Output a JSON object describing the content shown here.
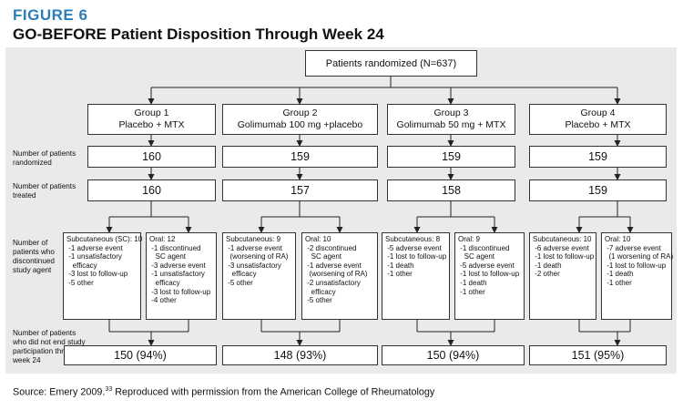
{
  "figure": {
    "label": "FIGURE 6",
    "title": "GO-BEFORE Patient Disposition Through Week 24"
  },
  "randomized_box": "Patients randomized (N=637)",
  "row_labels": {
    "randomized": "Number of patients\nrandomized",
    "treated": "Number of patients\ntreated",
    "discontinued": "Number of\npatients who\ndiscontinued\nstudy agent",
    "completed": "Number of patients\nwho did not end study\nparticipation through\nweek 24"
  },
  "groups": [
    {
      "name": "Group 1",
      "treatment": "Placebo + MTX",
      "randomized": "160",
      "treated": "160",
      "subcutaneous": "Subcutaneous (SC): 10\n -1 adverse event\n -1 unsatisfactory\n   efficacy\n -3 lost to follow-up\n -5 other",
      "oral": "Oral: 12\n -1 discontinued\n   SC agent\n -3 adverse event\n -1 unsatisfactory\n   efficacy\n -3 lost to follow-up\n -4 other",
      "completed": "150 (94%)"
    },
    {
      "name": "Group 2",
      "treatment": "Golimumab 100 mg +placebo",
      "randomized": "159",
      "treated": "157",
      "subcutaneous": "Subcutaneous: 9\n -1 adverse event\n  (worsening of RA)\n -3 unsatisfactory\n   efficacy\n -5 other",
      "oral": "Oral: 10\n -2 discontinued\n   SC agent\n -1 adverse event\n  (worsening of RA)\n -2 unsatisfactory\n   efficacy\n -5 other",
      "completed": "148 (93%)"
    },
    {
      "name": "Group 3",
      "treatment": "Golimumab 50 mg + MTX",
      "randomized": "159",
      "treated": "158",
      "subcutaneous": "Subcutaneous: 8\n -5 adverse event\n -1 lost to follow-up\n -1 death\n -1 other",
      "oral": "Oral: 9\n -1 discontinued\n   SC agent\n -5 adverse event\n -1 lost to follow-up\n -1 death\n -1 other",
      "completed": "150 (94%)"
    },
    {
      "name": "Group 4",
      "treatment": "Placebo + MTX",
      "randomized": "159",
      "treated": "159",
      "subcutaneous": "Subcutaneous: 10\n -6 adverse event\n -1 lost to follow-up\n -1 death\n -2 other",
      "oral": "Oral: 10\n -7 adverse event\n  (1 worsening of RA)\n -1 lost to follow-up\n -1 death\n -1 other",
      "completed": "151 (95%)"
    }
  ],
  "source": {
    "prefix": "Source: Emery 2009.",
    "ref": "33",
    "suffix": " Reproduced with permission from the American College of Rheumatology"
  }
}
